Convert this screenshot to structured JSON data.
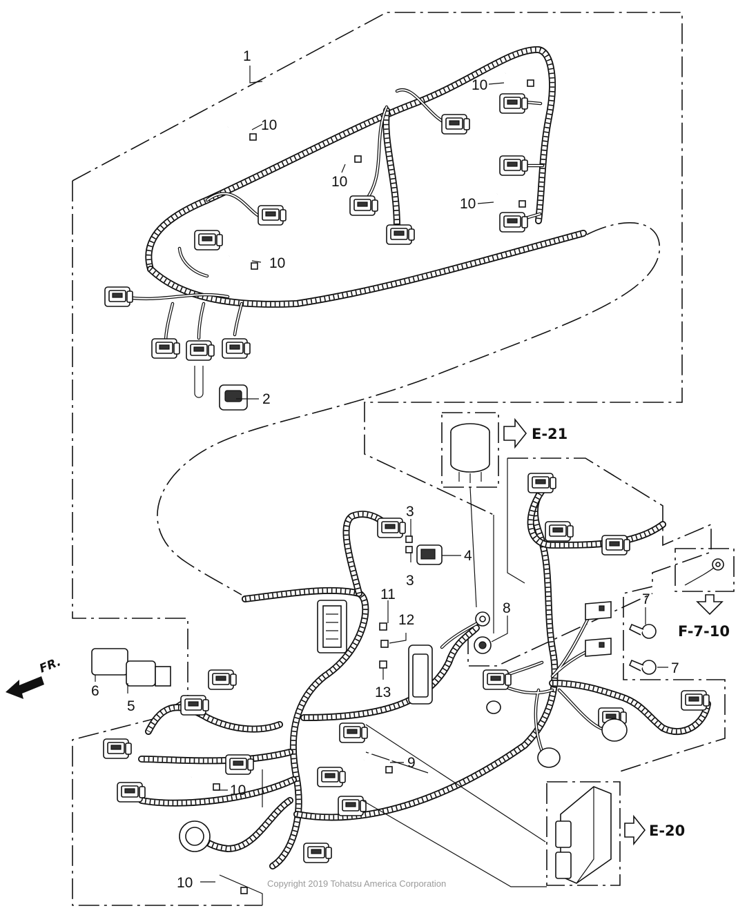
{
  "callouts": [
    {
      "id": "c1",
      "label": "1"
    },
    {
      "id": "c2",
      "label": "2"
    },
    {
      "id": "c3a",
      "label": "3"
    },
    {
      "id": "c3b",
      "label": "3"
    },
    {
      "id": "c4",
      "label": "4"
    },
    {
      "id": "c5",
      "label": "5"
    },
    {
      "id": "c6",
      "label": "6"
    },
    {
      "id": "c7a",
      "label": "7"
    },
    {
      "id": "c7b",
      "label": "7"
    },
    {
      "id": "c8",
      "label": "8"
    },
    {
      "id": "c9",
      "label": "9"
    },
    {
      "id": "c10a",
      "label": "10"
    },
    {
      "id": "c10b",
      "label": "10"
    },
    {
      "id": "c10c",
      "label": "10"
    },
    {
      "id": "c10d",
      "label": "10"
    },
    {
      "id": "c10e",
      "label": "10"
    },
    {
      "id": "c10f",
      "label": "10"
    },
    {
      "id": "c10g",
      "label": "10"
    },
    {
      "id": "c11",
      "label": "11"
    },
    {
      "id": "c12",
      "label": "12"
    },
    {
      "id": "c13",
      "label": "13"
    }
  ],
  "references": {
    "e21": "E-21",
    "e20": "E-20",
    "f710": "F-7-10"
  },
  "front_label": "FR.",
  "copyright": "Copyright 2019 Tohatsu America Corporation"
}
